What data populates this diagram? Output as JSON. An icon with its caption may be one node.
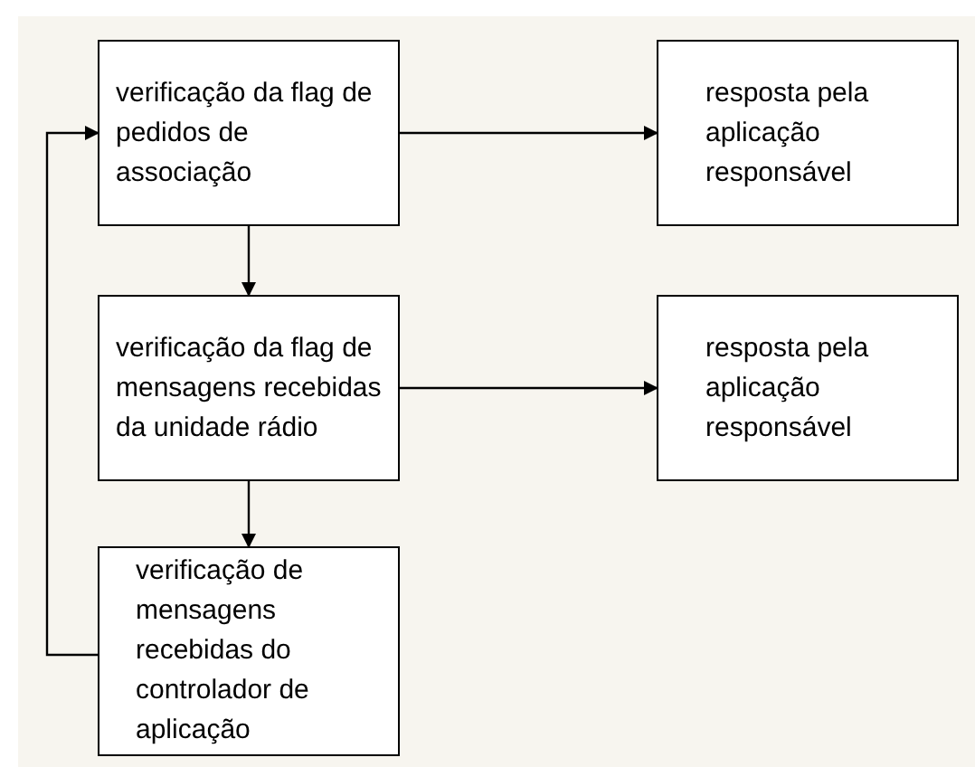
{
  "diagram": {
    "nodes": [
      {
        "text": [
          "verificação da flag de pedidos de associação"
        ]
      },
      {
        "text": [
          "resposta pela aplicação responsável"
        ]
      },
      {
        "text": [
          "verificação da flag de mensagens recebidas da unidade rádio"
        ]
      },
      {
        "text": [
          "resposta pela aplicação responsável"
        ]
      },
      {
        "text": [
          "verificação de mensagens recebidas do controlador de aplicação"
        ]
      }
    ],
    "edges": [
      {
        "from": 0,
        "to": 1,
        "arrow": "to"
      },
      {
        "from": 0,
        "to": 2,
        "arrow": "to"
      },
      {
        "from": 2,
        "to": 3,
        "arrow": "to"
      },
      {
        "from": 2,
        "to": 4,
        "arrow": "to"
      },
      {
        "from": 4,
        "to": 0,
        "arrow": "to"
      }
    ]
  }
}
